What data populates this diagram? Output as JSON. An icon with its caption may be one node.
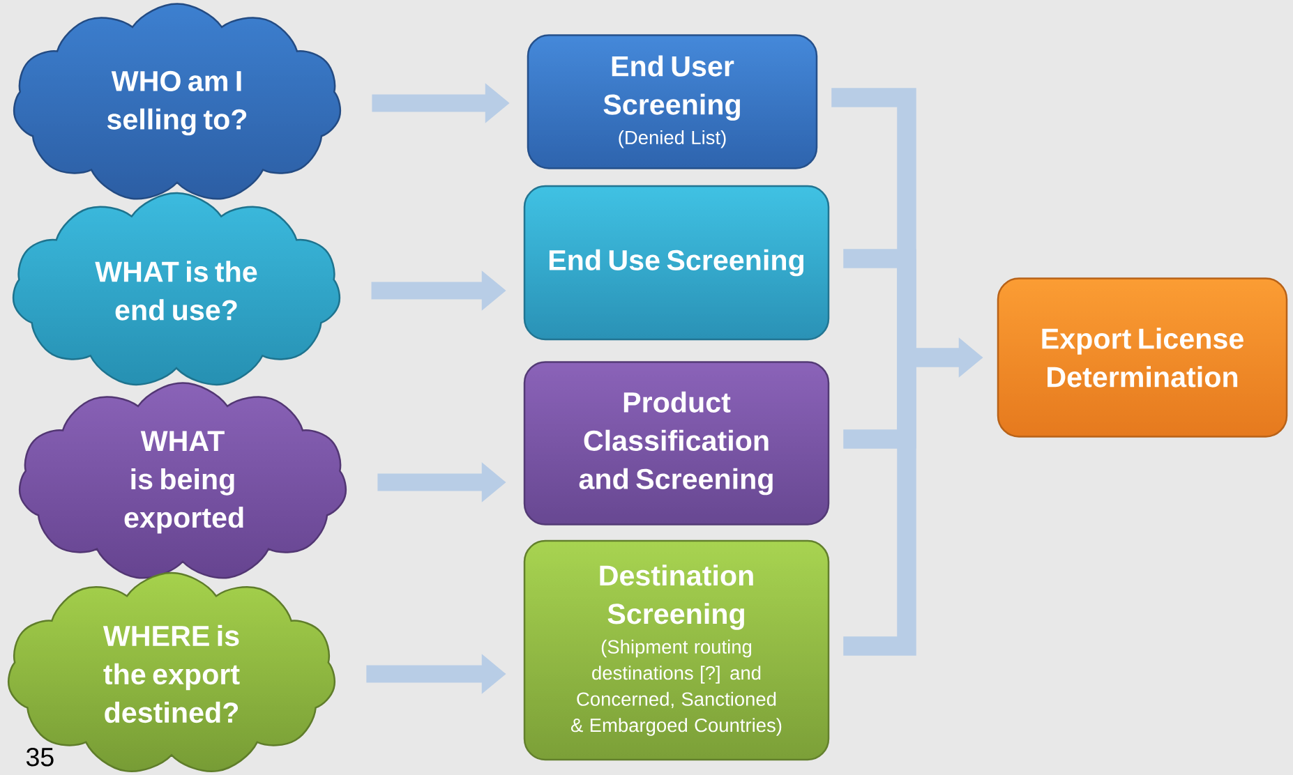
{
  "diagram": {
    "nodes": [
      {
        "text": [
          "WHO am I selling to?"
        ]
      },
      {
        "text": [
          "WHAT is the end use?"
        ]
      },
      {
        "text": [
          "WHAT is being exported"
        ]
      },
      {
        "text": [
          "WHERE is the export destined?"
        ]
      },
      {
        "text": [
          "End User Screening",
          "(Denied List)"
        ]
      },
      {
        "text": [
          "End Use Screening"
        ]
      },
      {
        "text": [
          "Product Classification and Screening"
        ]
      },
      {
        "text": [
          "Destination Screening",
          "(Shipment routing destinations [?] and Concerned, Sanctioned & Embargoed Countries)"
        ]
      },
      {
        "text": [
          "Export License Determination"
        ]
      }
    ],
    "edges": [
      {
        "from": 0,
        "to": 4,
        "arrow": "to"
      },
      {
        "from": 1,
        "to": 5,
        "arrow": "to"
      },
      {
        "from": 2,
        "to": 6,
        "arrow": "to"
      },
      {
        "from": 3,
        "to": 7,
        "arrow": "to"
      },
      {
        "from": 4,
        "to": 8,
        "arrow": "to"
      },
      {
        "from": 5,
        "to": 8,
        "arrow": "to"
      },
      {
        "from": 6,
        "to": 8,
        "arrow": "to"
      },
      {
        "from": 7,
        "to": 8,
        "arrow": "to"
      }
    ],
    "labels": [
      "35"
    ]
  }
}
